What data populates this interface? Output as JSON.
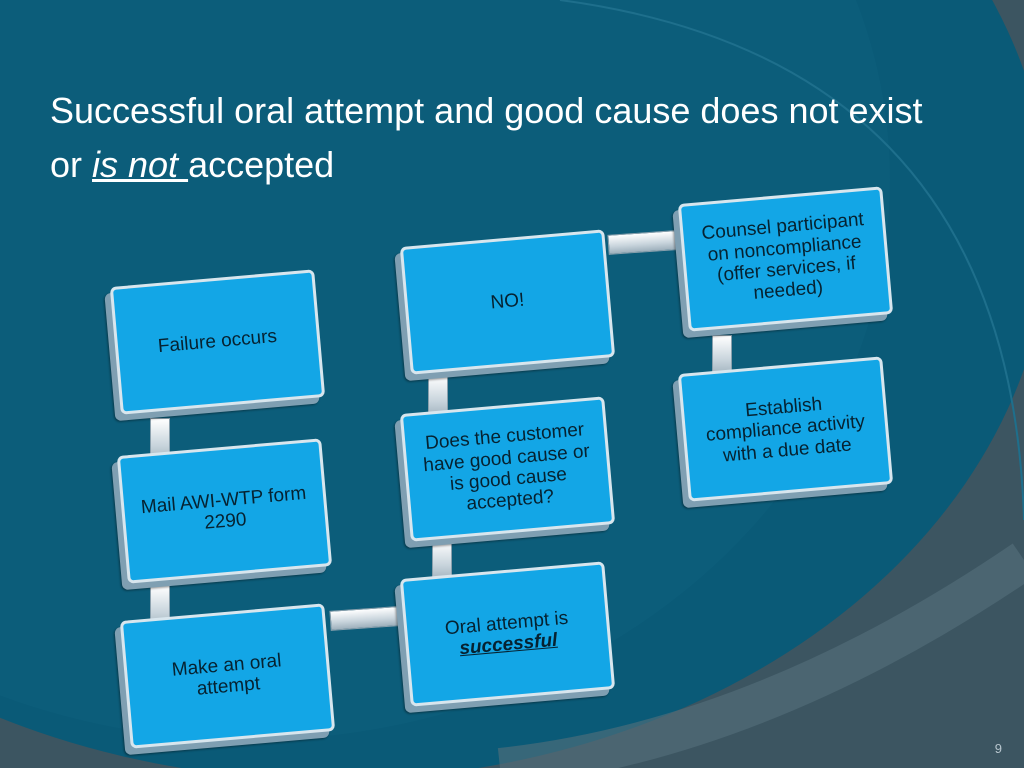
{
  "slide": {
    "title_part1": "Successful oral attempt and good cause does not exist or ",
    "title_emphasis": "is not ",
    "title_part2": "accepted",
    "page_number": "9"
  },
  "diagram": {
    "boxes": {
      "failure": "Failure occurs",
      "mail": "Mail AWI-WTP form 2290",
      "oral": "Make an oral attempt",
      "successful_prefix": "Oral attempt is",
      "successful_emphasis": "successful",
      "good_cause": "Does the customer have good cause or is good cause accepted?",
      "no": "NO!",
      "counsel": "Counsel participant on noncompliance (offer services, if needed)",
      "establish": "Establish compliance activity with a due date"
    }
  },
  "colors": {
    "background": "#39525e",
    "arc_dark": "#0b5a76",
    "box_fill": "#13a6e6",
    "title_text": "#ffffff"
  }
}
